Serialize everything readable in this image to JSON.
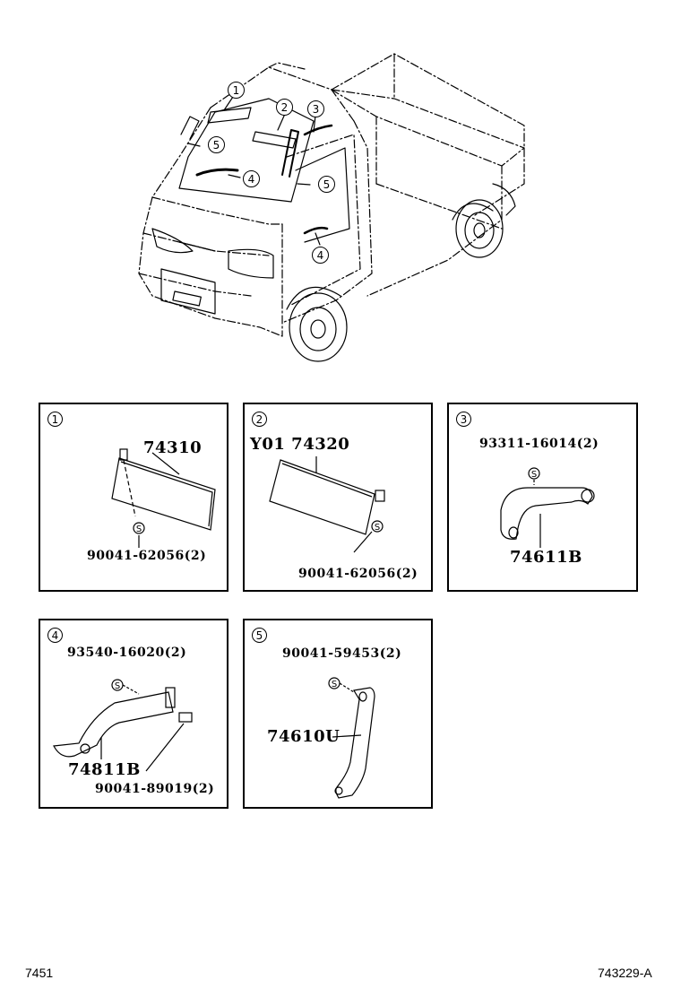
{
  "overview": {
    "callouts": [
      "1",
      "2",
      "3",
      "5",
      "4",
      "5",
      "4"
    ]
  },
  "panels": [
    {
      "number": "1",
      "parts": [
        "74310",
        "90041-62056(2)"
      ]
    },
    {
      "number": "2",
      "parts": [
        "Y01 74320",
        "90041-62056(2)"
      ]
    },
    {
      "number": "3",
      "parts": [
        "93311-16014(2)",
        "74611B"
      ]
    },
    {
      "number": "4",
      "parts": [
        "93540-16020(2)",
        "74811B",
        "90041-89019(2)"
      ]
    },
    {
      "number": "5",
      "parts": [
        "90041-59453(2)",
        "74610U"
      ]
    }
  ],
  "screw_symbol": "S",
  "footer": {
    "left": "7451",
    "right": "743229-A"
  }
}
